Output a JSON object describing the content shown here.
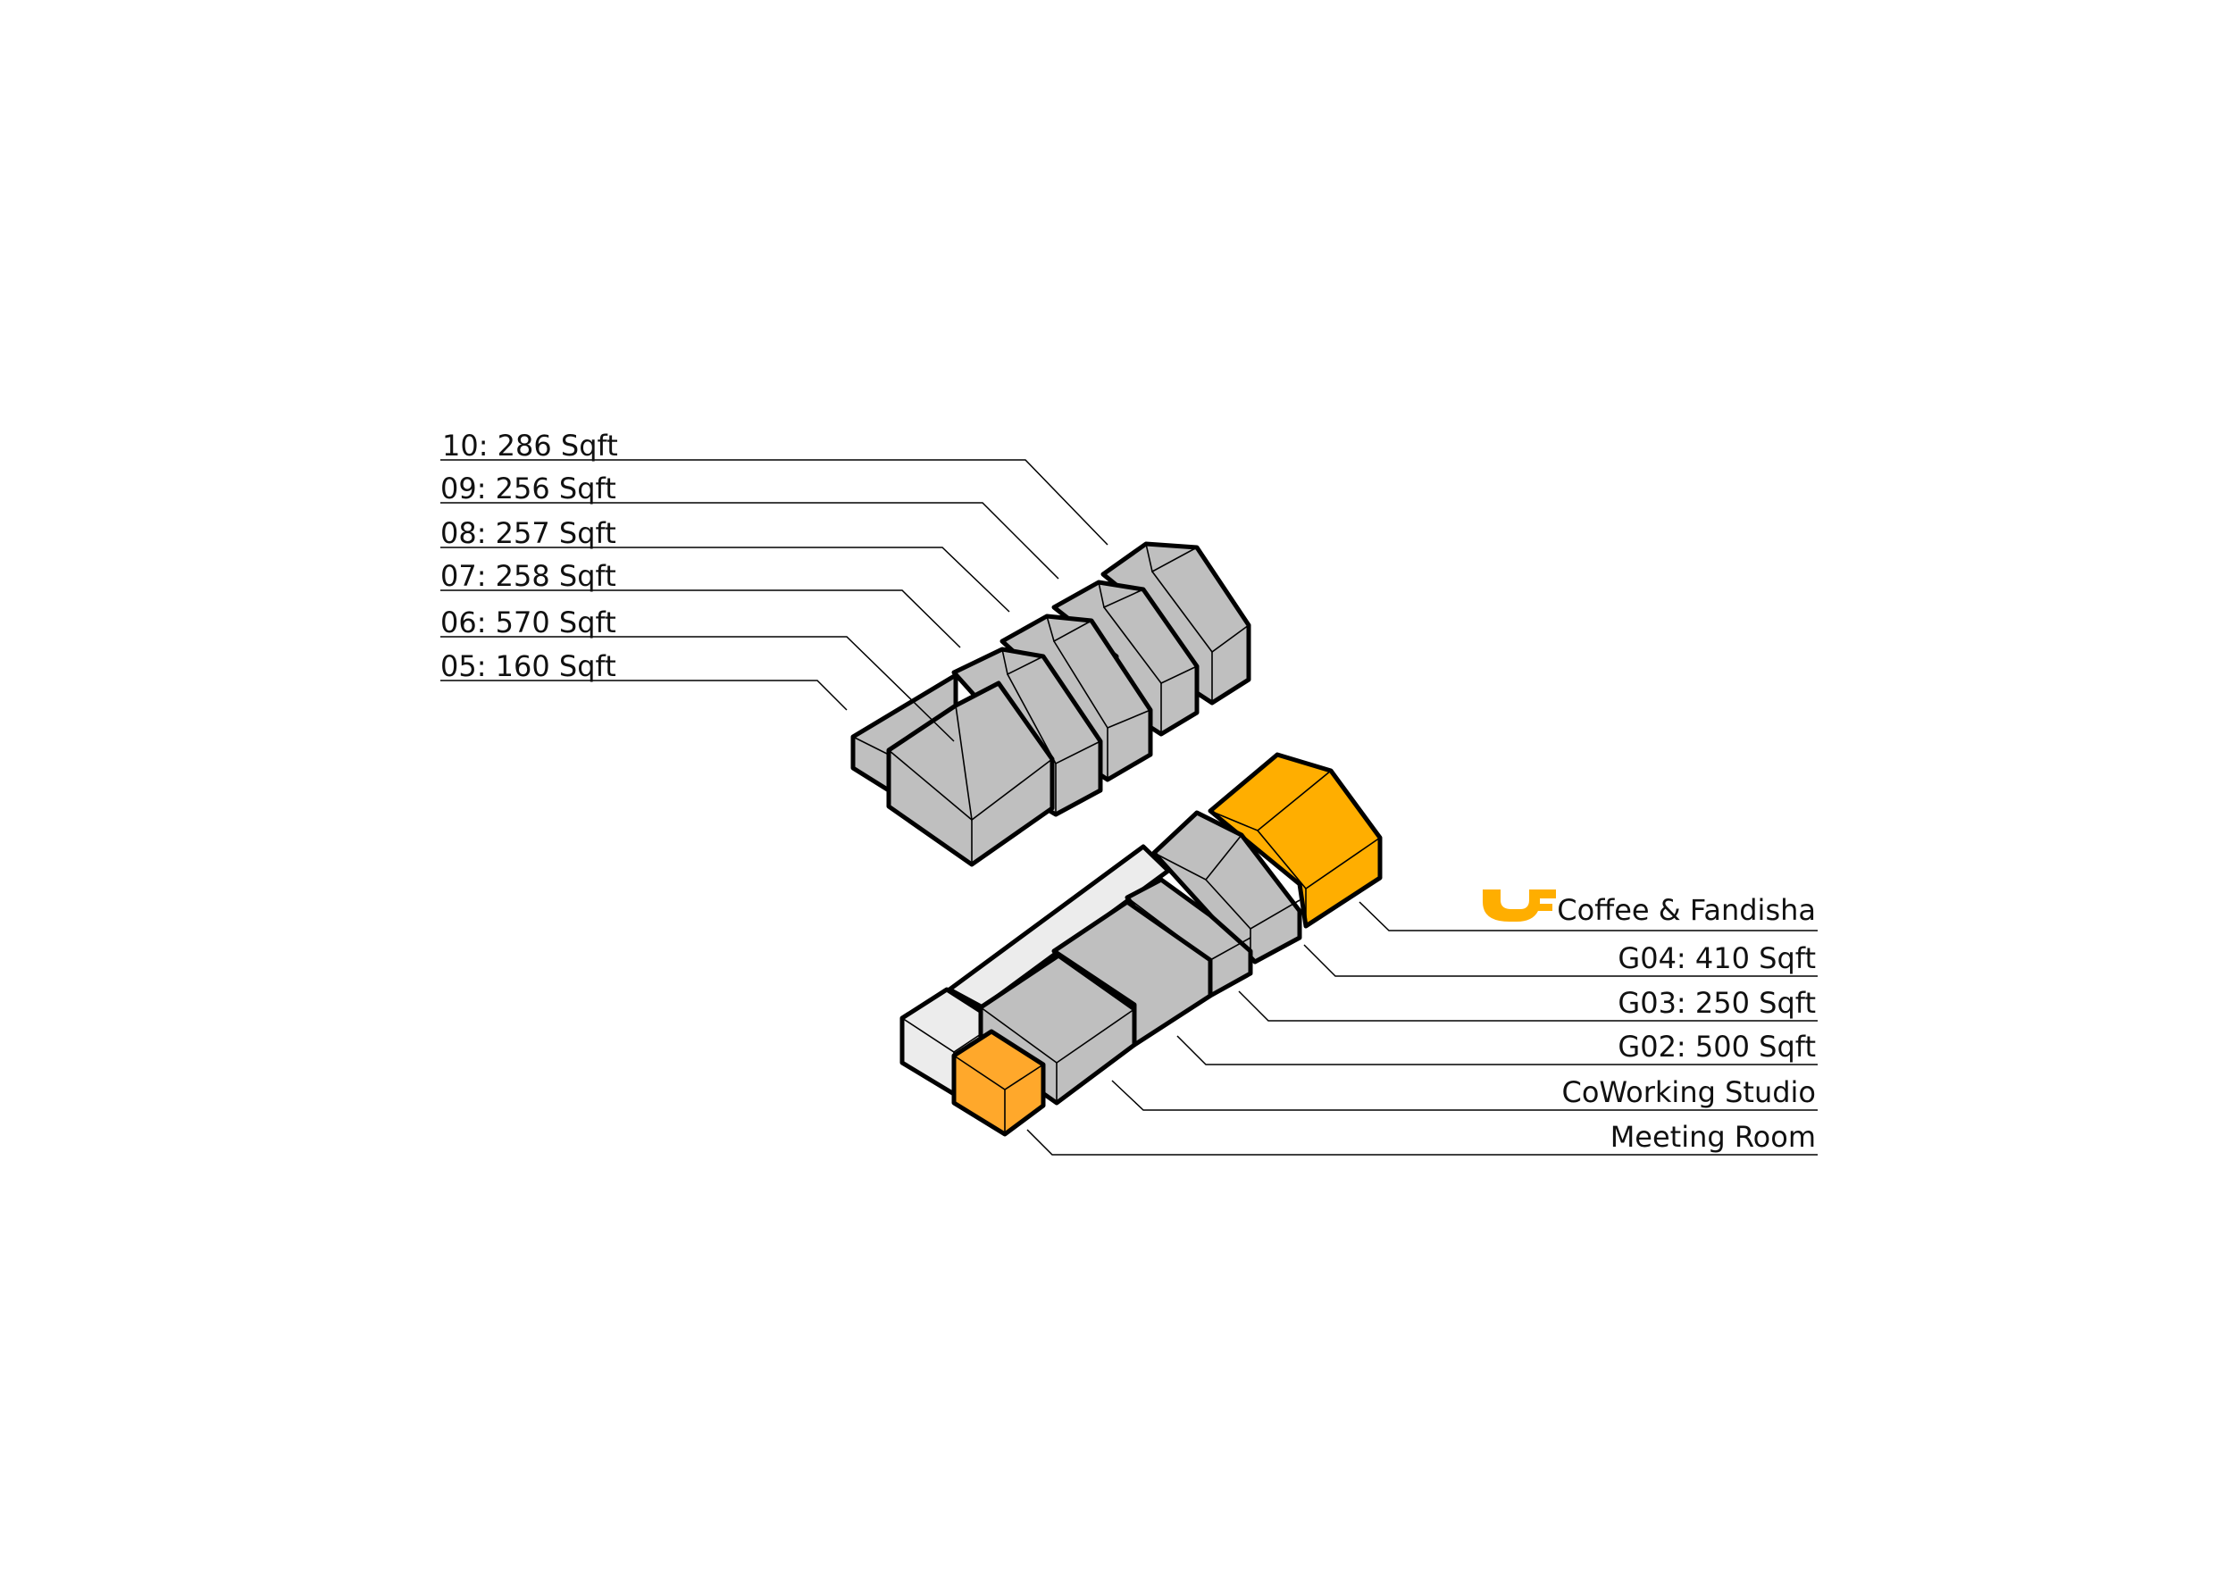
{
  "colors": {
    "gray": "#bfbfbf",
    "light": "#ececec",
    "orange": "#ffae00",
    "orange_light": "#ffa82b",
    "line": "#000000"
  },
  "upper_block_labels": [
    {
      "id": "10",
      "text": "10:  286 Sqft"
    },
    {
      "id": "09",
      "text": "09:  256 Sqft"
    },
    {
      "id": "08",
      "text": "08:  257 Sqft"
    },
    {
      "id": "07",
      "text": "07:  258 Sqft"
    },
    {
      "id": "06",
      "text": "06:  570 Sqft"
    },
    {
      "id": "05",
      "text": "05:  160 Sqft"
    }
  ],
  "lower_block_labels": [
    {
      "id": "coffee",
      "text": "Coffee & Fandisha",
      "icon": "coffee-fandisha-logo-icon"
    },
    {
      "id": "g04",
      "text": "G04:  410 Sqft"
    },
    {
      "id": "g03",
      "text": "G03:  250 Sqft"
    },
    {
      "id": "g02",
      "text": "G02:  500 Sqft"
    },
    {
      "id": "coworking",
      "text": "CoWorking Studio"
    },
    {
      "id": "meeting",
      "text": "Meeting Room"
    }
  ]
}
